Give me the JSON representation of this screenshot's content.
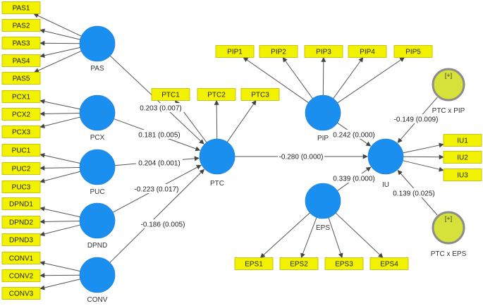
{
  "diagram": {
    "type": "pls-sem-path-model",
    "colors": {
      "latent": "#1b8ff0",
      "indicator_fill": "#f2f200",
      "moderator_fill": "#d6e23a",
      "edge": "#555555"
    },
    "constructs": [
      {
        "id": "PAS",
        "label": "PAS",
        "indicators": [
          "PAS1",
          "PAS2",
          "PAS3",
          "PAS4",
          "PAS5"
        ]
      },
      {
        "id": "PCX",
        "label": "PCX",
        "indicators": [
          "PCX1",
          "PCX2",
          "PCX3"
        ]
      },
      {
        "id": "PUC",
        "label": "PUC",
        "indicators": [
          "PUC1",
          "PUC2",
          "PUC3"
        ]
      },
      {
        "id": "DPND",
        "label": "DPND",
        "indicators": [
          "DPND1",
          "DPND2",
          "DPND3"
        ]
      },
      {
        "id": "CONV",
        "label": "CONV",
        "indicators": [
          "CONV1",
          "CONV2",
          "CONV3"
        ]
      },
      {
        "id": "PTC",
        "label": "PTC",
        "indicators": [
          "PTC1",
          "PTC2",
          "PTC3"
        ]
      },
      {
        "id": "PIP",
        "label": "PIP",
        "indicators": [
          "PIP1",
          "PIP2",
          "PIP3",
          "PIP4",
          "PIP5"
        ]
      },
      {
        "id": "EPS",
        "label": "EPS",
        "indicators": [
          "EPS1",
          "EPS2",
          "EPS3",
          "EPS4"
        ]
      },
      {
        "id": "IU",
        "label": "IU",
        "indicators": [
          "IU1",
          "IU2",
          "IU3"
        ]
      }
    ],
    "moderators": [
      {
        "id": "PTCxPIP",
        "label": "PTC x PIP",
        "symbol": "[+]"
      },
      {
        "id": "PTCxEPS",
        "label": "PTC x EPS",
        "symbol": "[+]"
      }
    ],
    "paths": [
      {
        "from": "PAS",
        "to": "PTC",
        "label": "0.203 (0.007)"
      },
      {
        "from": "PCX",
        "to": "PTC",
        "label": "0.181 (0.005)"
      },
      {
        "from": "PUC",
        "to": "PTC",
        "label": "0.204 (0.001)"
      },
      {
        "from": "DPND",
        "to": "PTC",
        "label": "-0.223 (0.017)"
      },
      {
        "from": "CONV",
        "to": "PTC",
        "label": "-0.186 (0.005)"
      },
      {
        "from": "PTC",
        "to": "IU",
        "label": "-0.280 (0.000)"
      },
      {
        "from": "PIP",
        "to": "IU",
        "label": "0.242 (0.000)"
      },
      {
        "from": "EPS",
        "to": "IU",
        "label": "0.339 (0.000)"
      },
      {
        "from": "PTCxPIP",
        "to": "IU",
        "label": "-0.149 (0.009)"
      },
      {
        "from": "PTCxEPS",
        "to": "IU",
        "label": "0.139 (0.025)"
      }
    ]
  }
}
